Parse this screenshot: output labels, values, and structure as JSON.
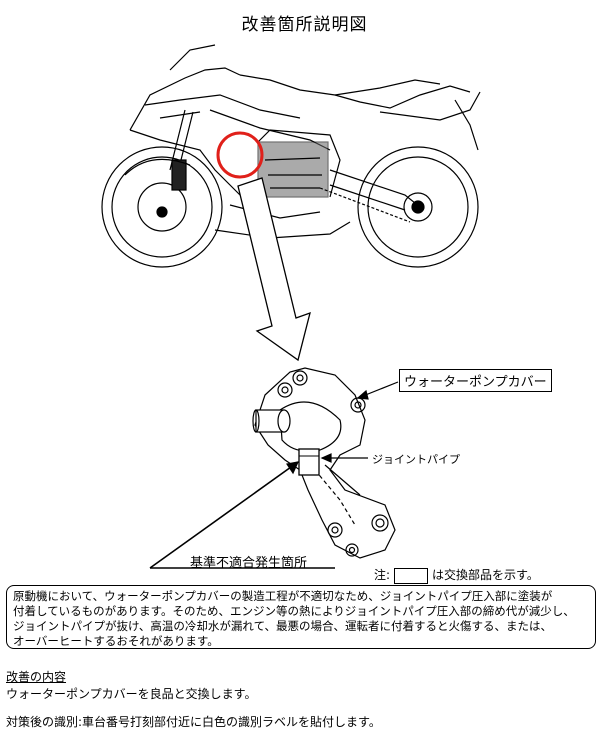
{
  "title": "改善箇所説明図",
  "labels": {
    "pump_cover": "ウォーターポンプカバー",
    "joint_pipe": "ジョイントパイプ",
    "defect_location": "基準不適合発生箇所"
  },
  "note": {
    "prefix": "注:",
    "suffix": "は交換部品を示す。"
  },
  "defect_description": [
    "原動機において、ウォーターポンプカバーの製造工程が不適切なため、ジョイントパイプ圧入部に塗装が",
    "付着しているものがあります。そのため、エンジン等の熱によりジョイントパイプ圧入部の締め代が減少し、",
    "ジョイントパイプが抜け、高温の冷却水が漏れて、最悪の場合、運転者に付着すると火傷する、または、",
    "オーバーヒートするおそれがあります。"
  ],
  "improvement": {
    "heading": "改善の内容",
    "text": "ウォーターポンプカバーを良品と交換します。"
  },
  "identification": "対策後の識別:車台番号打刻部付近に白色の識別ラベルを貼付します。",
  "colors": {
    "highlight_circle": "#e0201a",
    "line": "#000000"
  }
}
